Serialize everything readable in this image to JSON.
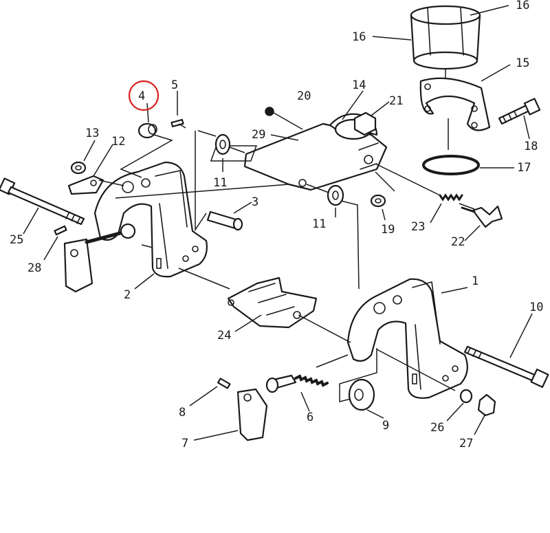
{
  "callouts": {
    "c1": "1",
    "c2": "2",
    "c3": "3",
    "c4": "4",
    "c5": "5",
    "c6": "6",
    "c7": "7",
    "c8": "8",
    "c9": "9",
    "c10": "10",
    "c11a": "11",
    "c11b": "11",
    "c12": "12",
    "c13": "13",
    "c14": "14",
    "c15": "15",
    "c16a": "16",
    "c16b": "16",
    "c17": "17",
    "c18": "18",
    "c19": "19",
    "c20": "20",
    "c21": "21",
    "c22": "22",
    "c23": "23",
    "c24": "24",
    "c25": "25",
    "c26": "26",
    "c27": "27",
    "c28": "28",
    "c29": "29"
  },
  "highlight": {
    "part": "4",
    "color": "#d62020"
  },
  "colors": {
    "ink": "#1a1a1a",
    "background": "#ffffff"
  }
}
